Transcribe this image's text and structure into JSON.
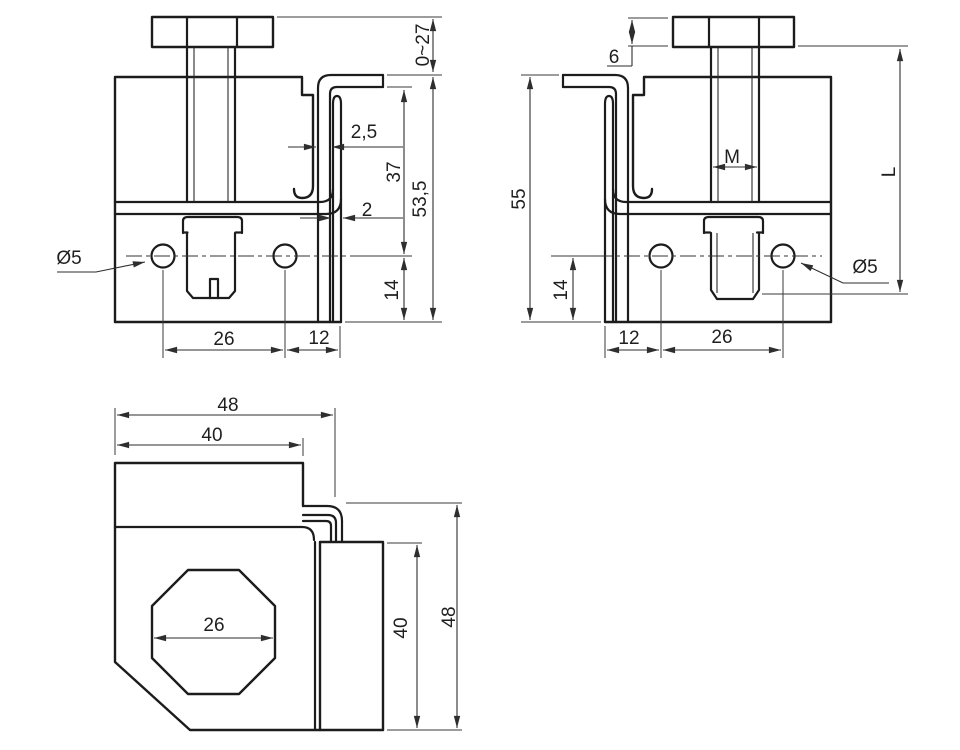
{
  "drawing": {
    "background": "#ffffff",
    "line_color": "#1c1c1c",
    "views": {
      "front": {
        "clamp_range": "0~27",
        "hook_thickness": "2,5",
        "leg_height": "37",
        "total_height": "53,5",
        "wall_thickness": "2",
        "hole_height": "14",
        "hole_spacing": "26",
        "edge_offset": "12",
        "hole_dia": "Ø5"
      },
      "back": {
        "head_height": "6",
        "height": "55",
        "thread": "M",
        "bolt_length": "L",
        "hole_height": "14",
        "edge_offset": "12",
        "hole_spacing": "26",
        "hole_dia": "Ø5"
      },
      "top": {
        "width_overall": "48",
        "width_body": "40",
        "socket": "26",
        "depth_bar": "40",
        "depth_overall": "48"
      }
    }
  }
}
